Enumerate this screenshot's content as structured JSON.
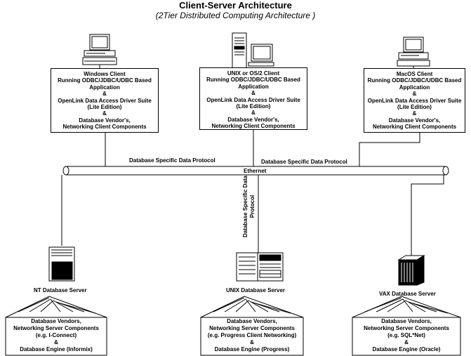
{
  "title": "Client-Server Architecture",
  "subtitle": "(2Tier Distributed Computing Architecture )",
  "clients": [
    {
      "lines": [
        "Windows Client",
        "Running ODBC/JDBC/UDBC Based",
        "Application",
        "&",
        "OpenLink Data Access Driver Suite",
        "(Lite Edition)",
        "&",
        "Database Vendor's,",
        "Networking Client Components"
      ]
    },
    {
      "lines": [
        "UNIX or OS/2 Client",
        "Running ODBC/JDBC/UDBC Based",
        "Application",
        "&",
        "OpenLink Data Access Driver Suite",
        "(Lite Edition)",
        "&",
        "Database Vendor's,",
        "Networking Client Components"
      ]
    },
    {
      "lines": [
        "MacOS Client",
        "Running ODBC/JDBC/UDBC Based",
        "Application",
        "&",
        "OpenLink Data Access Driver Suite",
        "(Lite Edition)",
        "&",
        "Database Vendor's,",
        "Networking Client Components"
      ]
    }
  ],
  "protocol_left": "Database Specific Data Protocol",
  "protocol_right": "Database Specific Data Protocol",
  "ethernet": "Ethernet",
  "protocol_vertical": [
    "Database Specific Data",
    "Protocol"
  ],
  "servers": [
    {
      "label": "NT Database Server",
      "lines": [
        "Database Vendors,",
        "Networking Server Components",
        "(e.g. I-Connect)",
        "&",
        "Database Engine (Informix)"
      ]
    },
    {
      "label": "UNIX Database Server",
      "lines": [
        "Database Vendors,",
        "Networking Server Components",
        "(e.g. Progress Client Networking)",
        "&",
        "Database Engine (Progress)"
      ]
    },
    {
      "label": "VAX Database Server",
      "lines": [
        "Database Vendors,",
        "Networking Server Components",
        "(e.g. SQL*Net)",
        "&",
        "Database Engine (Oracle)"
      ]
    }
  ]
}
